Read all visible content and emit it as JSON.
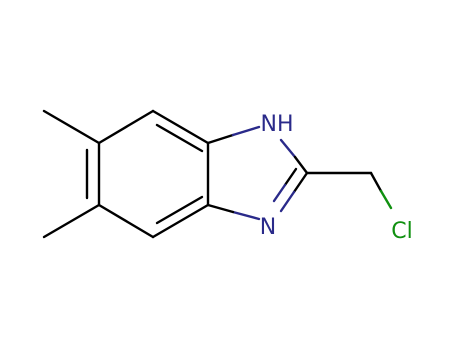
{
  "molecule": {
    "atoms": {
      "nh": {
        "label": "NH",
        "color": "#2a2a8a"
      },
      "n": {
        "label": "N",
        "color": "#2a2a8a"
      },
      "cl": {
        "label": "Cl",
        "color": "#109010"
      }
    },
    "colors": {
      "bond": "#000000",
      "nitrogen": "#2a2a8a",
      "chlorine": "#109010"
    }
  }
}
